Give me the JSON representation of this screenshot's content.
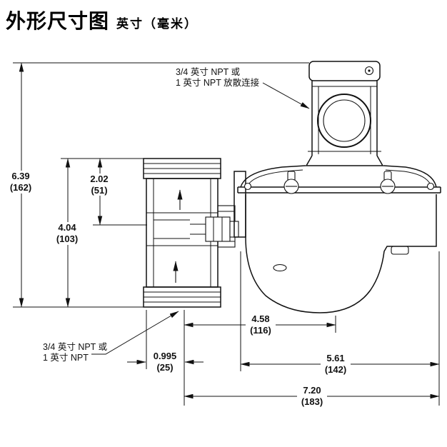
{
  "title": {
    "main": "外形尺寸图",
    "subtitle": "英寸（毫米）"
  },
  "callouts": {
    "vent": {
      "line1": "3/4 英寸 NPT 或",
      "line2": "1 英寸 NPT 放散连接"
    },
    "inlet": {
      "line1": "3/4 英寸 NPT 或",
      "line2": "1 英寸 NPT"
    }
  },
  "dims": {
    "total_height": {
      "in": "6.39",
      "mm": "(162)"
    },
    "body_height": {
      "in": "4.04",
      "mm": "(103)"
    },
    "upper_height": {
      "in": "2.02",
      "mm": "(51)"
    },
    "center_width": {
      "in": "4.58",
      "mm": "(116)"
    },
    "inlet_offset": {
      "in": "0.995",
      "mm": "(25)"
    },
    "casing_width": {
      "in": "5.61",
      "mm": "(142)"
    },
    "total_width": {
      "in": "7.20",
      "mm": "(183)"
    }
  }
}
